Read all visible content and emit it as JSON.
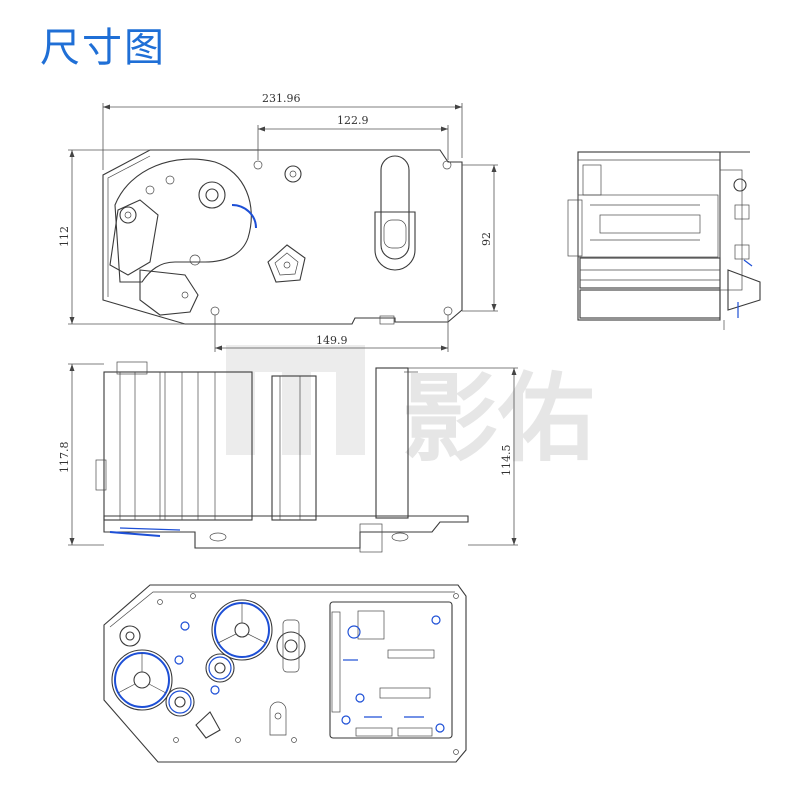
{
  "title": "尺寸图",
  "watermark": {
    "logo_text": "影佑"
  },
  "accent_color": "#1f6fd6",
  "highlight_color": "#1d4fd6",
  "views": {
    "front": {
      "dimensions": {
        "overall_width": "231.96",
        "hole_span_top": "122.9",
        "hole_span_bottom": "149.9",
        "overall_height": "112",
        "hole_height": "92"
      }
    },
    "bottom": {
      "dimensions": {
        "overall_height": "117.8",
        "inner_height": "114.5"
      }
    }
  }
}
